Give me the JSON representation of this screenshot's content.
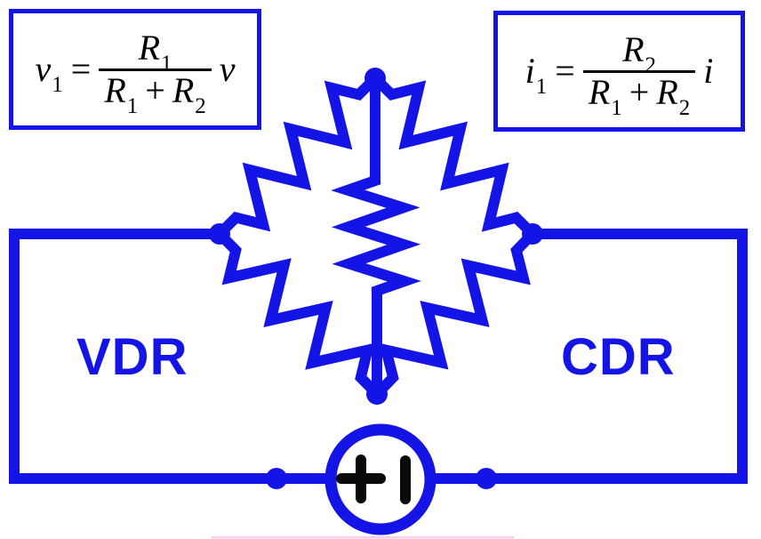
{
  "colors": {
    "wire_blue": "#1414e6",
    "formula_text_black": "#000000",
    "box_border_blue": "#1d1de8",
    "source_symbol_black": "#0a0a0a",
    "background_white": "#ffffff",
    "bottom_edge_artifact_pink": "#f2b4dd"
  },
  "formulas": {
    "vdr": {
      "lhs_var": "v",
      "lhs_sub": "1",
      "eq": "=",
      "num_var": "R",
      "num_sub": "1",
      "den_var1": "R",
      "den_sub1": "1",
      "den_op": "+",
      "den_var2": "R",
      "den_sub2": "2",
      "rhs_var": "v"
    },
    "cdr": {
      "lhs_var": "i",
      "lhs_sub": "1",
      "eq": "=",
      "num_var": "R",
      "num_sub": "2",
      "den_var1": "R",
      "den_sub1": "1",
      "den_op": "+",
      "den_var2": "R",
      "den_sub2": "2",
      "rhs_var": "i"
    }
  },
  "labels": {
    "left_region": "VDR",
    "right_region": "CDR"
  },
  "icons": {
    "source_plus": "plus-icon",
    "source_current_bar": "vertical-bar-icon"
  }
}
